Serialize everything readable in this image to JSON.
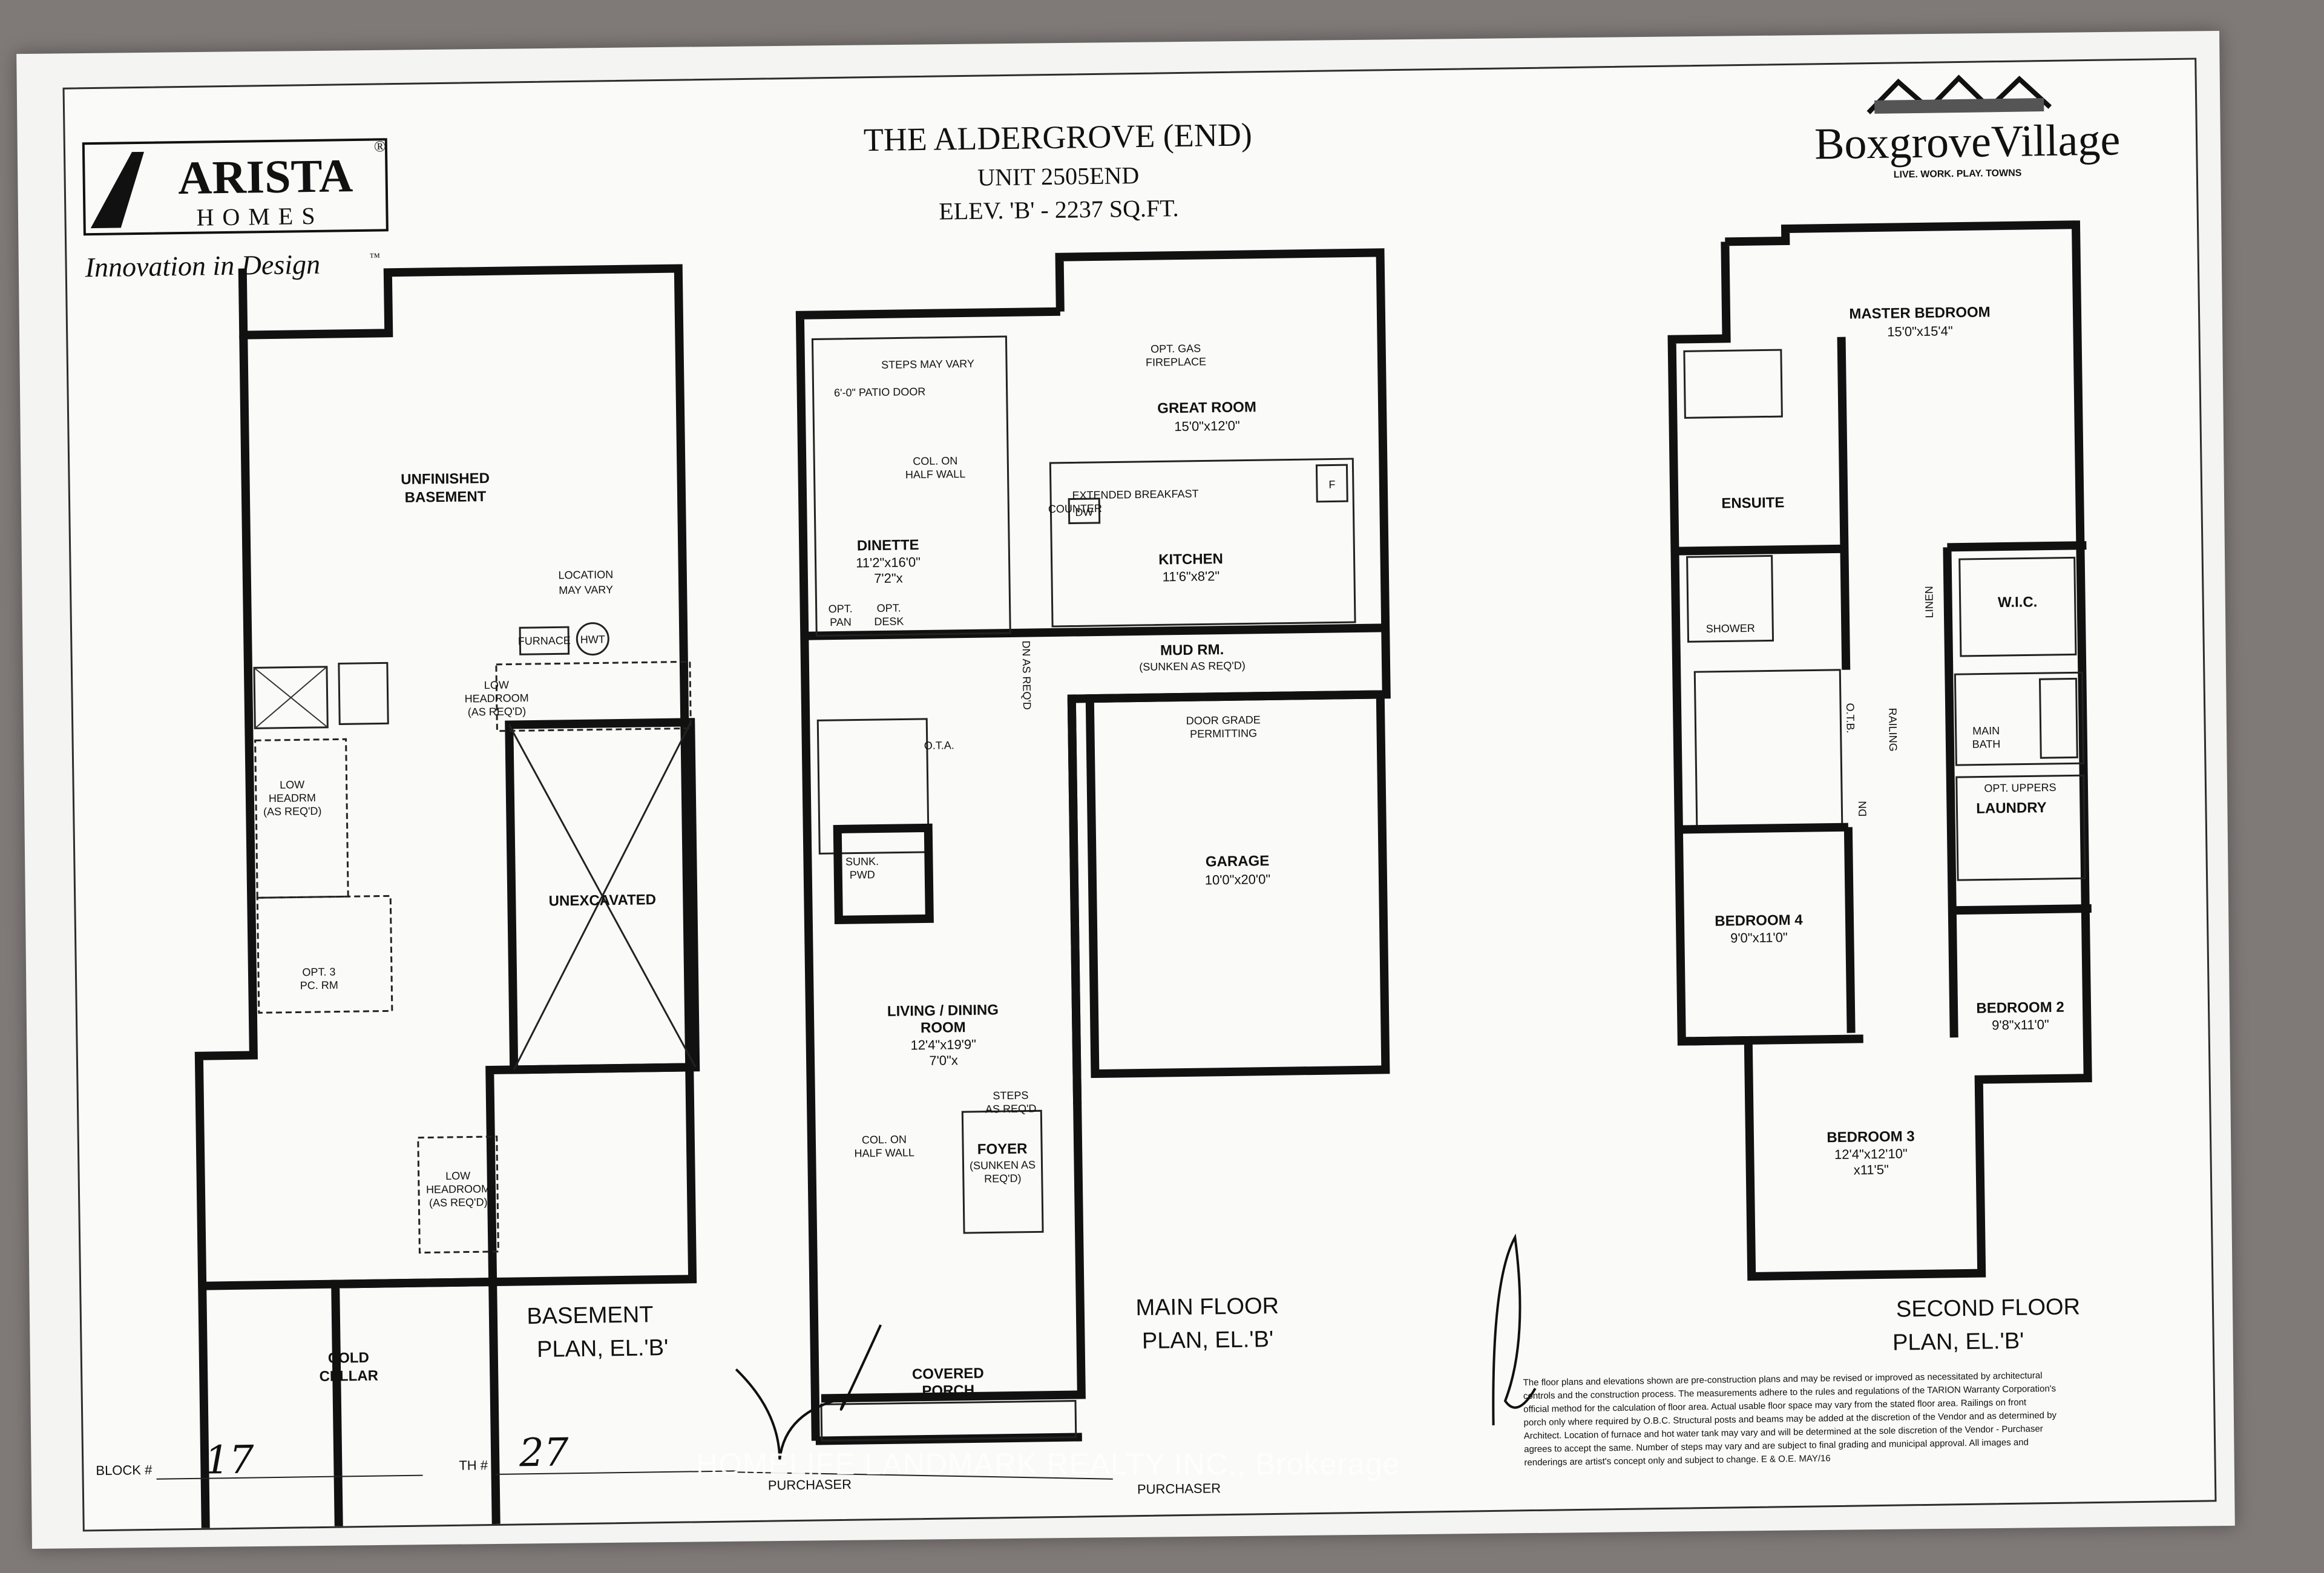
{
  "title": {
    "line1": "THE ALDERGROVE (END)",
    "line2": "UNIT 2505END",
    "line3": "ELEV. 'B' - 2237 SQ.FT."
  },
  "builder_logo": {
    "name": "ARISTA",
    "sub": "HOMES",
    "reg": "®",
    "tagline": "Innovation in Design",
    "tm": "™"
  },
  "community_logo": {
    "name": "BoxgroveVillage",
    "tagline": "LIVE. WORK. PLAY. TOWNS"
  },
  "basement": {
    "plan_title_line1": "BASEMENT",
    "plan_title_line2": "PLAN, EL.'B'",
    "rooms": {
      "unfinished_l1": "UNFINISHED",
      "unfinished_l2": "BASEMENT",
      "location_l1": "LOCATION",
      "location_l2": "MAY VARY",
      "furnace": "FURNACE",
      "hwt": "HWT",
      "low_headroom_1_l1": "LOW",
      "low_headroom_1_l2": "HEADROOM",
      "low_headroom_1_l3": "(AS REQ'D)",
      "low_headroom_2_l1": "LOW",
      "low_headroom_2_l2": "HEADRM",
      "low_headroom_2_l3": "(AS REQ'D)",
      "unexcavated": "UNEXCAVATED",
      "opt3_l1": "OPT. 3",
      "opt3_l2": "PC. RM",
      "low_headroom_3_l1": "LOW",
      "low_headroom_3_l2": "HEADROOM",
      "low_headroom_3_l3": "(AS REQ'D)",
      "cold_l1": "COLD",
      "cold_l2": "CELLAR"
    }
  },
  "main_floor": {
    "plan_title_line1": "MAIN FLOOR",
    "plan_title_line2": "PLAN, EL.'B'",
    "rooms": {
      "steps_may_vary": "STEPS MAY VARY",
      "patio_door": "6'-0\" PATIO DOOR",
      "opt_gas_l1": "OPT. GAS",
      "opt_gas_l2": "FIREPLACE",
      "great_room": "GREAT ROOM",
      "great_room_dim": "15'0\"x12'0\"",
      "col_on_l1": "COL. ON",
      "col_on_l2": "HALF WALL",
      "ext_break_l1": "EXTENDED BREAKFAST",
      "ext_break_l2": "COUNTER",
      "dw": "DW",
      "fridge": "F",
      "dinette": "DINETTE",
      "dinette_dim1": "11'2\"x16'0\"",
      "dinette_dim2": "7'2\"x",
      "kitchen": "KITCHEN",
      "kitchen_dim": "11'6\"x8'2\"",
      "opt_pan_l1": "OPT.",
      "opt_pan_l2": "PAN",
      "opt_desk_l1": "OPT.",
      "opt_desk_l2": "DESK",
      "mud_rm": "MUD RM.",
      "mud_rm_note": "(SUNKEN AS REQ'D)",
      "dn_as_reqd": "DN AS REQ'D",
      "ota": "O.T.A.",
      "door_grade_l1": "DOOR GRADE",
      "door_grade_l2": "PERMITTING",
      "sunk_l1": "SUNK.",
      "sunk_l2": "PWD",
      "garage": "GARAGE",
      "garage_dim": "10'0\"x20'0\"",
      "living_l1": "LIVING / DINING",
      "living_l2": "ROOM",
      "living_dim1": "12'4\"x19'9\"",
      "living_dim2": "7'0\"x",
      "steps_l1": "STEPS",
      "steps_l2": "AS REQ'D",
      "col_on2_l1": "COL. ON",
      "col_on2_l2": "HALF WALL",
      "foyer": "FOYER",
      "foyer_l2": "(SUNKEN AS",
      "foyer_l3": "REQ'D)",
      "covered_l1": "COVERED",
      "covered_l2": "PORCH"
    }
  },
  "second_floor": {
    "plan_title_line1": "SECOND FLOOR",
    "plan_title_line2": "PLAN, EL.'B'",
    "rooms": {
      "master": "MASTER BEDROOM",
      "master_dim": "15'0\"x15'4\"",
      "ensuite": "ENSUITE",
      "shower": "SHOWER",
      "linen": "LINEN",
      "wic": "W.I.C.",
      "otb": "O.T.B.",
      "railing": "RAILING",
      "dn": "DN",
      "main_bath_l1": "MAIN",
      "main_bath_l2": "BATH",
      "opt_uppers": "OPT. UPPERS",
      "laundry": "LAUNDRY",
      "bed4": "BEDROOM 4",
      "bed4_dim": "9'0\"x11'0\"",
      "bed2": "BEDROOM 2",
      "bed2_dim": "9'8\"x11'0\"",
      "bed3": "BEDROOM 3",
      "bed3_dim1": "12'4\"x12'10\"",
      "bed3_dim2": "x11'5\""
    }
  },
  "form": {
    "block_label": "BLOCK #",
    "block_value": "17",
    "th_label": "TH #",
    "th_value": "27",
    "purchaser_1": "PURCHASER",
    "purchaser_2": "PURCHASER"
  },
  "disclaimer": [
    "The floor plans and elevations shown are pre-construction plans and may be revised or improved as necessitated by architectural",
    "controls and the construction process. The measurements adhere to the rules and regulations of the TARION Warranty Corporation's",
    "official method for the calculation of floor area. Actual usable floor space may vary from the stated floor area. Railings on front",
    "porch only where required by O.B.C. Structural posts and beams may be added at the discretion of the Vendor and as determined by",
    "Architect. Location of furnace and hot water tank may vary and will be determined at the sole discretion of the Vendor - Purchaser",
    "agrees to accept the same. Number of steps may vary and are subject to final grading and municipal approval. All images and",
    "renderings are artist's concept only and subject to change. E & O.E. MAY/16"
  ],
  "watermark": "HOMELIFE LANDMARK REALTY INC., Brokerage"
}
